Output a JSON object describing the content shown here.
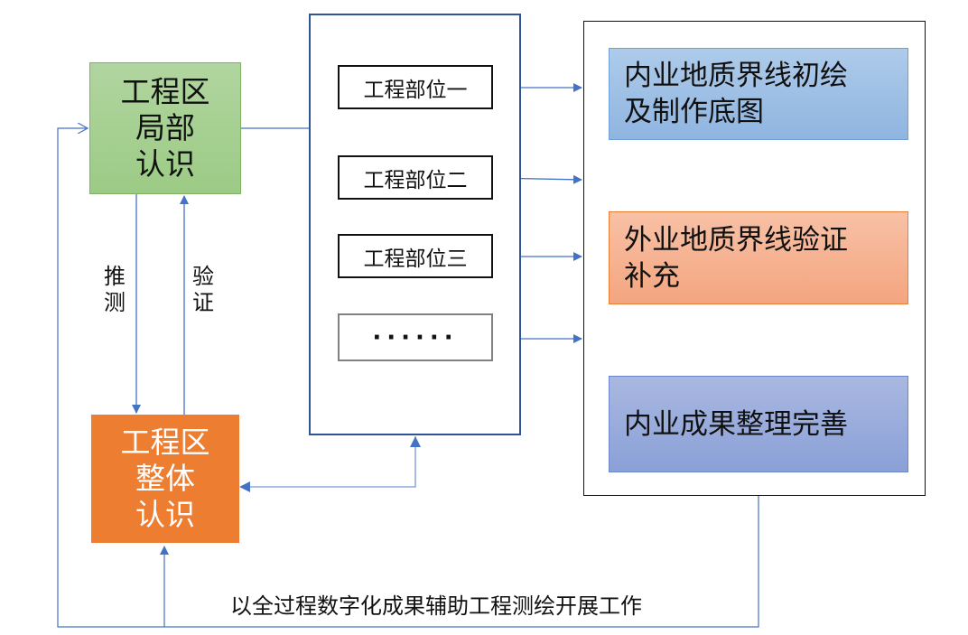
{
  "diagram": {
    "local_understanding": {
      "lines": [
        "工程区",
        "局部",
        "认识"
      ]
    },
    "overall_understanding": {
      "lines": [
        "工程区",
        "整体",
        "认识"
      ]
    },
    "edge_labels": {
      "infer": {
        "lines": [
          "推",
          "测"
        ]
      },
      "verify": {
        "lines": [
          "验",
          "证"
        ]
      }
    },
    "parts": [
      "工程部位一",
      "工程部位二",
      "工程部位三",
      "······"
    ],
    "stages": [
      {
        "lines": [
          "内业地质界线初绘",
          "及制作底图"
        ],
        "color": "#9dc3e6"
      },
      {
        "lines": [
          "外业地质界线验证",
          "补充"
        ],
        "color": "#f4b183"
      },
      {
        "lines": [
          "内业成果整理完善"
        ],
        "color": "#8faadc"
      }
    ],
    "footer": "以全过程数字化成果辅助工程测绘开展工作",
    "colors": {
      "local_box": "#a9d18e",
      "overall_box": "#ed7d31",
      "connector": "#4472c4",
      "container_border": "#2f5597"
    }
  }
}
